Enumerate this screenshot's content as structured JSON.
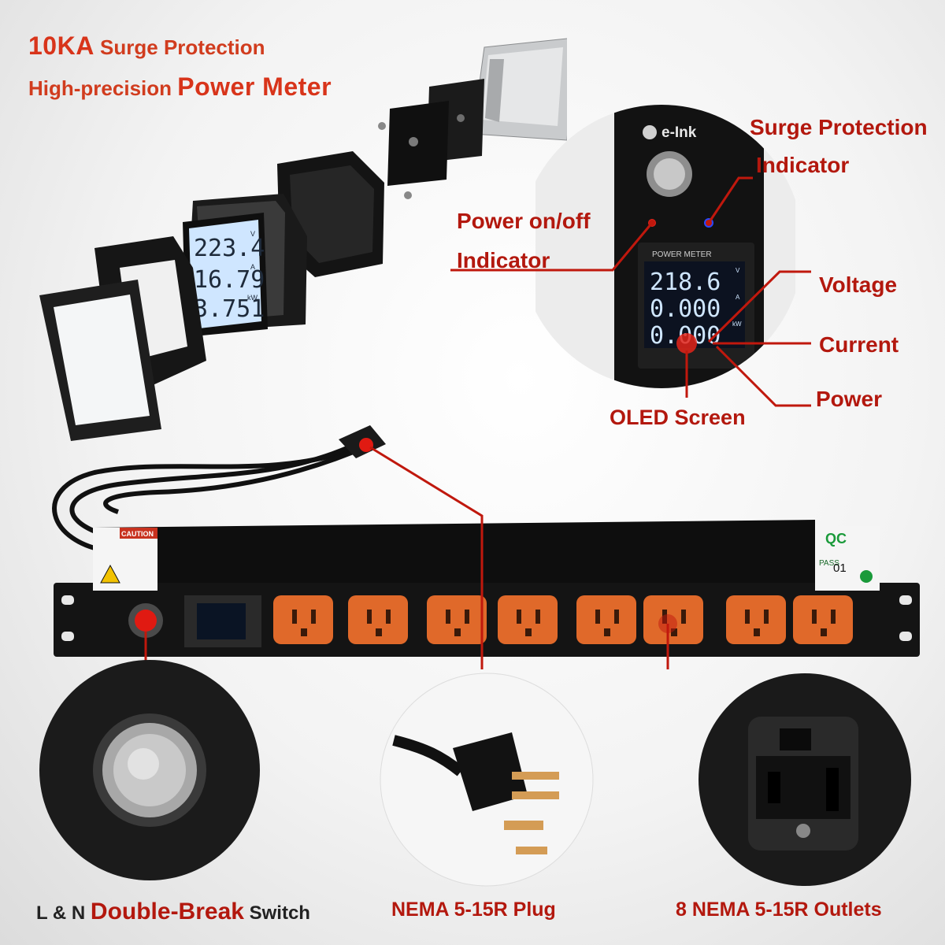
{
  "headline": {
    "line1_bold": "10KA",
    "line1_rest": " Surge Protection",
    "line2_rest": "High-precision ",
    "line2_bold": "Power Meter"
  },
  "exploded_meter": {
    "voltage": "223.4",
    "voltage_unit": "V",
    "current": "16.79",
    "current_unit": "A",
    "power": "3.751",
    "power_unit": "kW"
  },
  "detail_panel": {
    "brand": "e-Ink",
    "meter_title": "POWER METER",
    "voltage": "218.6",
    "voltage_unit": "V",
    "current": "0.000",
    "current_unit": "A",
    "power": "0.000",
    "power_unit": "kW"
  },
  "callouts": {
    "surge_line1": "Surge Protection",
    "surge_line2": "Indicator",
    "onoff_line1": "Power on/off",
    "onoff_line2": "Indicator",
    "voltage": "Voltage",
    "current": "Current",
    "power": "Power",
    "oled": "OLED Screen"
  },
  "pdu": {
    "caution": "CAUTION",
    "qc_pass": "PASS",
    "qc_number": "01",
    "qc_mark": "QC",
    "outlet_count": 8
  },
  "bottom_labels": {
    "switch_pre": "L & N ",
    "switch_bold": "Double-Break",
    "switch_post": " Switch",
    "plug": "NEMA 5-15R Plug",
    "outlets": "8 NEMA 5-15R Outlets"
  },
  "colors": {
    "accent_red": "#b3180e",
    "outlet_orange": "#e0692a",
    "lcd_blue": "#cfe6ff",
    "chassis": "#151515"
  }
}
